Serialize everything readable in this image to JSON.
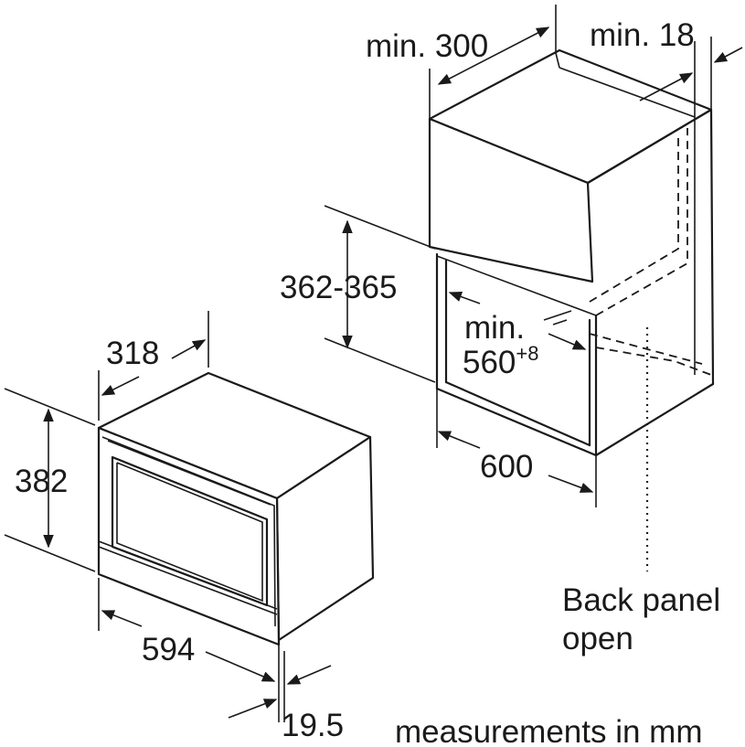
{
  "labels": {
    "niche_depth": "min. 300",
    "rear_gap": "min. 18",
    "niche_height": "362-365",
    "niche_width_min": "min.",
    "niche_width_value": "560",
    "niche_width_tolerance": "+8",
    "niche_outer_width": "600",
    "appliance_depth": "318",
    "appliance_height": "382",
    "appliance_width": "594",
    "front_thickness": "19.5",
    "back_panel_line1": "Back panel",
    "back_panel_line2": "open",
    "units_note": "measurements in mm"
  },
  "colors": {
    "line": "#1a1a1a",
    "background": "#ffffff"
  }
}
